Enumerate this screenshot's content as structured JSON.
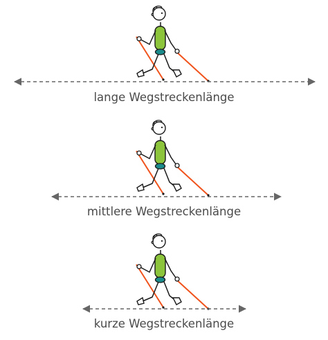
{
  "diagram": {
    "rows": [
      {
        "label": "lange Wegstreckenlänge"
      },
      {
        "label": "mittlere Wegstreckenlänge"
      },
      {
        "label": "kurze Wegstreckenlänge"
      }
    ],
    "colors": {
      "text": "#4a4a4a",
      "arrow": "#666666",
      "figure_outline": "#1a1a1a",
      "torso": "#8cc43c",
      "belt": "#1a8a8a",
      "poles": "#f0531c"
    },
    "icons": [
      "nordic-walker-figure",
      "double-arrow"
    ]
  }
}
